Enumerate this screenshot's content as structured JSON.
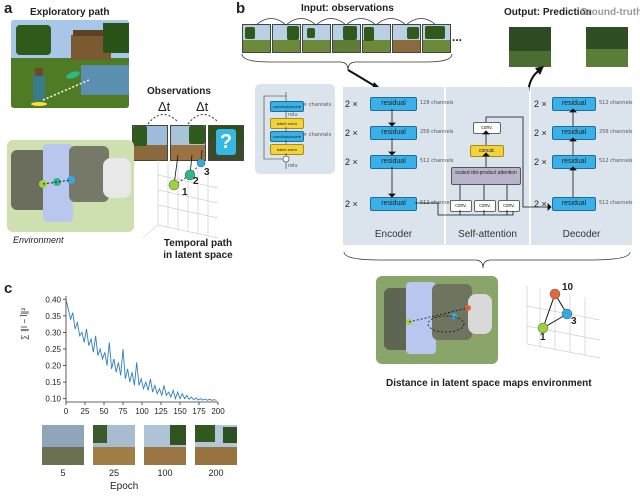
{
  "panel_labels": {
    "a": "a",
    "b": "b",
    "c": "c"
  },
  "panel_a": {
    "title": "Exploratory path",
    "observations_label": "Observations",
    "delta_t": "Δt",
    "question_mark": "?",
    "environment_label": "Environment",
    "temporal_path_line1": "Temporal path",
    "temporal_path_line2": "in latent space",
    "point_labels": [
      "1",
      "2",
      "3"
    ]
  },
  "panel_b": {
    "input_label": "Input: observations",
    "ellipsis": "...",
    "output_label": "Output: Prediction",
    "ground_truth_label": "Ground-truth",
    "multiplier": "2 ×",
    "encoder_blocks": [
      {
        "label": "residual",
        "channels": "128 channels"
      },
      {
        "label": "residual",
        "channels": "256 channels"
      },
      {
        "label": "residual",
        "channels": "512 channels"
      },
      {
        "label": "residual",
        "channels": "512 channels"
      }
    ],
    "decoder_blocks": [
      {
        "label": "residual",
        "channels": "512 channels"
      },
      {
        "label": "residual",
        "channels": "256 channels"
      },
      {
        "label": "residual",
        "channels": "512 channels"
      },
      {
        "label": "residual",
        "channels": "512 channels"
      }
    ],
    "attention": {
      "conv_top": "conv.",
      "concat": "concat.",
      "scaled": "scaled dot-product attention",
      "convs": [
        "conv.",
        "conv.",
        "conv."
      ]
    },
    "residual_detail": {
      "top_block": "conv/batchnorm",
      "channels_note": "× channels",
      "relu": "relu",
      "batch_norm_1": "batch norm",
      "conv_block": "conv/batchnorm",
      "batch_norm_2": "batch norm",
      "relu_bottom": "relu"
    },
    "section_labels": {
      "encoder": "Encoder",
      "self_attention": "Self-attention",
      "decoder": "Decoder"
    },
    "map_caption": "Distance in latent space maps environment",
    "map_point_labels": [
      "10",
      "3",
      "1"
    ]
  },
  "panel_c": {
    "ylabel": "∑ ∥I − Î∥²",
    "xlabel": "Epoch",
    "sample_epochs": [
      "5",
      "25",
      "100",
      "200"
    ]
  },
  "chart_data": {
    "type": "line",
    "title": "",
    "xlabel": "",
    "ylabel": "∑ ∥I − Î∥²",
    "xlim": [
      0,
      200
    ],
    "ylim": [
      0.09,
      0.41
    ],
    "xticks": [
      "0",
      "25",
      "50",
      "75",
      "100",
      "125",
      "150",
      "175",
      "200"
    ],
    "yticks": [
      "0.40",
      "0.35",
      "0.30",
      "0.25",
      "0.20",
      "0.15",
      "0.10"
    ],
    "grid": false,
    "series": [
      {
        "color": "#2f7fc1",
        "x": [
          0,
          3,
          6,
          9,
          12,
          15,
          18,
          21,
          24,
          27,
          30,
          33,
          36,
          39,
          42,
          45,
          48,
          51,
          54,
          57,
          60,
          63,
          66,
          69,
          72,
          75,
          78,
          81,
          84,
          87,
          90,
          93,
          96,
          99,
          102,
          105,
          108,
          111,
          114,
          117,
          120,
          123,
          126,
          129,
          132,
          135,
          138,
          141,
          144,
          147,
          150,
          153,
          156,
          159,
          162,
          165,
          168,
          171,
          174,
          177,
          180,
          183,
          186,
          189,
          192,
          195,
          198
        ],
        "y": [
          0.4,
          0.37,
          0.34,
          0.36,
          0.31,
          0.33,
          0.29,
          0.3,
          0.27,
          0.31,
          0.26,
          0.28,
          0.24,
          0.29,
          0.23,
          0.25,
          0.22,
          0.24,
          0.2,
          0.27,
          0.19,
          0.22,
          0.18,
          0.21,
          0.17,
          0.25,
          0.16,
          0.19,
          0.15,
          0.18,
          0.14,
          0.21,
          0.14,
          0.16,
          0.13,
          0.15,
          0.125,
          0.16,
          0.12,
          0.14,
          0.115,
          0.13,
          0.11,
          0.14,
          0.11,
          0.12,
          0.105,
          0.125,
          0.1,
          0.12,
          0.1,
          0.115,
          0.1,
          0.11,
          0.098,
          0.105,
          0.097,
          0.102,
          0.096,
          0.1,
          0.096,
          0.099,
          0.095,
          0.098,
          0.095,
          0.097,
          0.095
        ]
      }
    ]
  },
  "colors": {
    "blue_block": "#3ab0e8",
    "yellow_block": "#f2d33b",
    "panel_bg": "#dbe4ec",
    "env_bg": "#cfe0b0",
    "map_bg": "#8aa56a",
    "line": "#2f7fc1"
  }
}
